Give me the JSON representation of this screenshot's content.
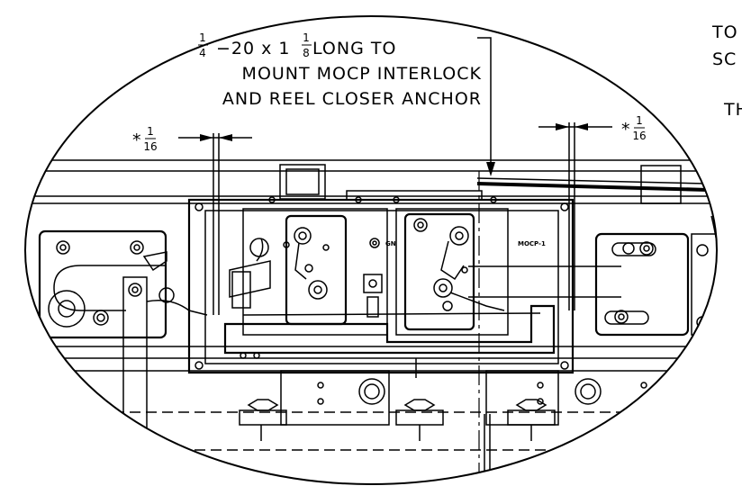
{
  "callout": {
    "frac_num": "1",
    "frac_den": "4",
    "line1_mid": "−20 x 1",
    "frac2_num": "1",
    "frac2_den": "8",
    "line1_end": " LONG TO",
    "line2": "MOUNT MOCP INTERLOCK",
    "line3": "AND REEL CLOSER ANCHOR"
  },
  "clearance_left": {
    "star": "*",
    "num": "1",
    "den": "16"
  },
  "clearance_right": {
    "star": "*",
    "num": "1",
    "den": "16"
  },
  "cutoff_text": {
    "line1": "TO",
    "line2": "SC",
    "line3": "TH"
  },
  "component_labels": {
    "gnd": "GN",
    "mocp": "MOCP-1"
  }
}
